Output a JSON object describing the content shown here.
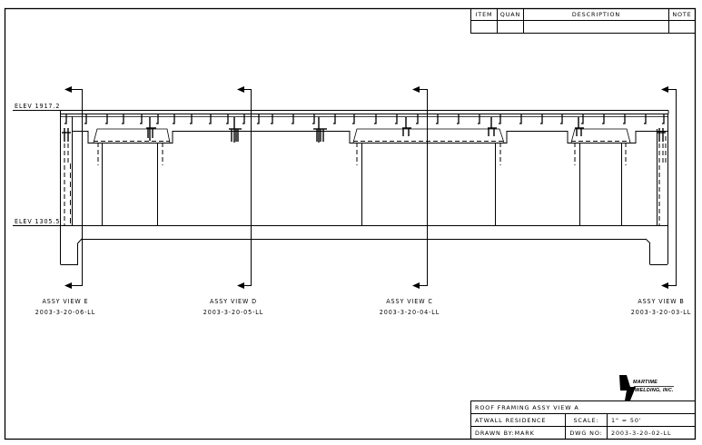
{
  "parts_list": {
    "headers": [
      "ITEM",
      "QUAN",
      "DESCRIPTION",
      "NOTE"
    ],
    "rows": [
      [
        "",
        "",
        "",
        ""
      ]
    ]
  },
  "elevations": {
    "top": "ELEV 1917.2",
    "bottom": "ELEV 1305.5"
  },
  "section_views": [
    {
      "label": "ASSY VIEW E",
      "dwg": "2003-3-20-06-LL"
    },
    {
      "label": "ASSY VIEW D",
      "dwg": "2003-3-20-05-LL"
    },
    {
      "label": "ASSY VIEW C",
      "dwg": "2003-3-20-04-LL"
    },
    {
      "label": "ASSY VIEW B",
      "dwg": "2003-3-20-03-LL"
    }
  ],
  "logo": {
    "line1": "MARTIME",
    "line2": "WELDING, INC."
  },
  "title_block": {
    "title": "ROOF FRAMING ASSY VIEW A",
    "project": "ATWALL RESIDENCE",
    "scale_label": "SCALE:",
    "scale_value": "1\" = 50'",
    "drawn_by": "DRAWN BY:MARK",
    "dwg_no_label": "DWG NO:",
    "dwg_no_value": "2003-3-20-02-LL"
  },
  "colors": {
    "line": "#000000",
    "background": "#ffffff"
  }
}
